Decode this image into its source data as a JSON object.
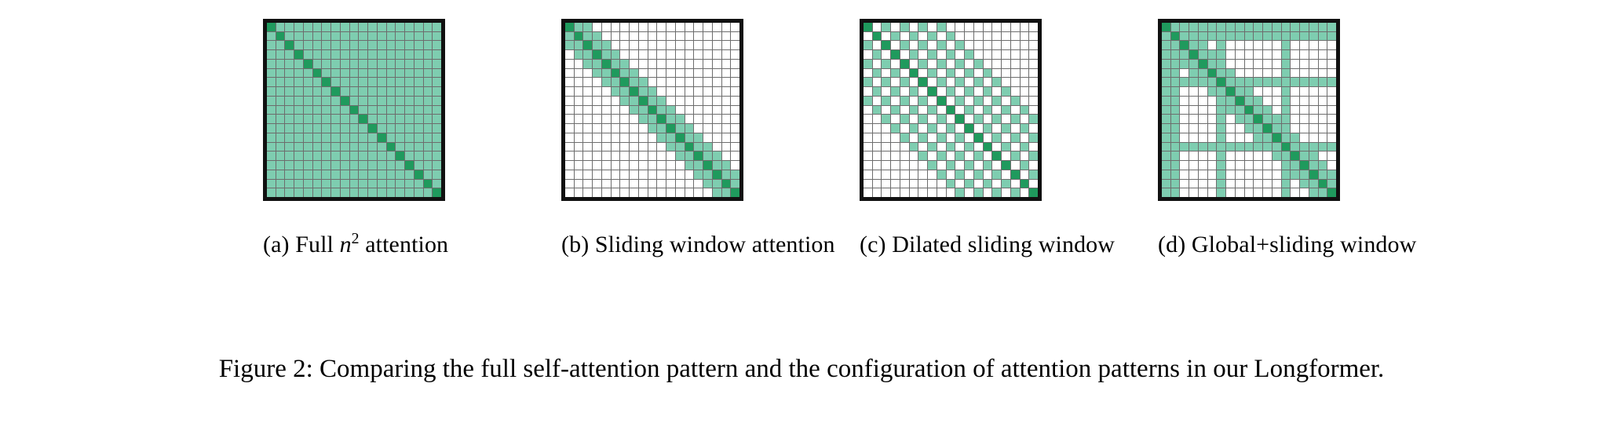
{
  "figure": {
    "caption": "Figure 2: Comparing the full self-attention pattern and the configuration of attention patterns in our Longformer.",
    "background_color": "#ffffff",
    "text_color": "#000000"
  },
  "colors": {
    "window_fill": "#7ecdb0",
    "diagonal_fill": "#1f9a5d",
    "empty_fill": "#ffffff",
    "gridline": "#6d6d6d",
    "frame_border": "#111111"
  },
  "panels": [
    {
      "key": "full",
      "label_prefix": "(a) Full ",
      "label_math_base": "n",
      "label_math_exp": "2",
      "label_suffix": " attention",
      "label_plain": "(a) Full n2 attention",
      "grid_size": 19,
      "pattern": "full",
      "description": "Every cell attends to every other cell; the main diagonal is drawn in dark green."
    },
    {
      "key": "sliding",
      "label_prefix": "(b) Sliding window attention",
      "label_math_base": "",
      "label_math_exp": "",
      "label_suffix": "",
      "label_plain": "(b) Sliding window attention",
      "grid_size": 19,
      "pattern": "sliding",
      "window_halfwidth": 2,
      "description": "A band of width 2 on each side of the main diagonal is filled."
    },
    {
      "key": "dilated",
      "label_prefix": "(c) Dilated sliding window",
      "label_math_base": "",
      "label_math_exp": "",
      "label_suffix": "",
      "label_plain": "(c) Dilated sliding window",
      "grid_size": 19,
      "pattern": "dilated",
      "window_halfwidth": 4,
      "dilation": 2,
      "description": "Sliding window with gaps: every other offset inside the band is filled."
    },
    {
      "key": "global",
      "label_prefix": "(d) Global+sliding window",
      "label_math_base": "",
      "label_math_exp": "",
      "label_suffix": "",
      "label_plain": "(d) Global+sliding window",
      "grid_size": 19,
      "pattern": "global",
      "window_halfwidth": 2,
      "global_indices": [
        0,
        1,
        6,
        13
      ],
      "description": "Sliding window plus a few rows and columns that attend globally."
    }
  ]
}
